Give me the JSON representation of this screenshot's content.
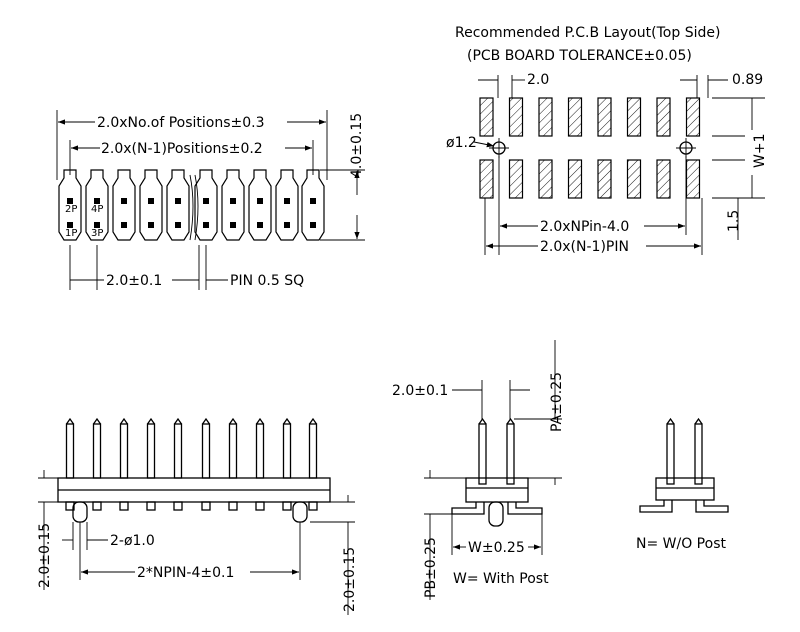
{
  "layout_title": "Recommended P.C.B Layout(Top Side)",
  "layout_subtitle": "(PCB BOARD TOLERANCE±0.05)",
  "top_view": {
    "dim_overall": "2.0xNo.of Positions±0.3",
    "dim_inner": "2.0x(N-1)Positions±0.2",
    "dim_height": "4.0±0.15",
    "dim_pitch": "2.0±0.1",
    "pin_size": "PIN 0.5 SQ",
    "pin_labels": [
      "2P",
      "4P",
      "1P",
      "3P"
    ]
  },
  "pcb_layout": {
    "dim_pitch": "2.0",
    "dim_pad": "0.89",
    "hole": "ø1.2",
    "dim_w": "W+1",
    "dim_gap": "1.5",
    "dim_npin": "2.0xNPin-4.0",
    "dim_total": "2.0x(N-1)PIN"
  },
  "side_view": {
    "dim_left": "2.0±0.15",
    "dim_post": "2-ø1.0",
    "dim_span": "2*NPIN-4±0.1",
    "dim_right": "2.0±0.15"
  },
  "with_post": {
    "dim_pitch": "2.0±0.1",
    "dim_pa": "PA±0.25",
    "dim_pb": "PB±0.25",
    "dim_w": "W±0.25",
    "caption": "W= With Post"
  },
  "without_post": {
    "caption": "N= W/O Post"
  }
}
